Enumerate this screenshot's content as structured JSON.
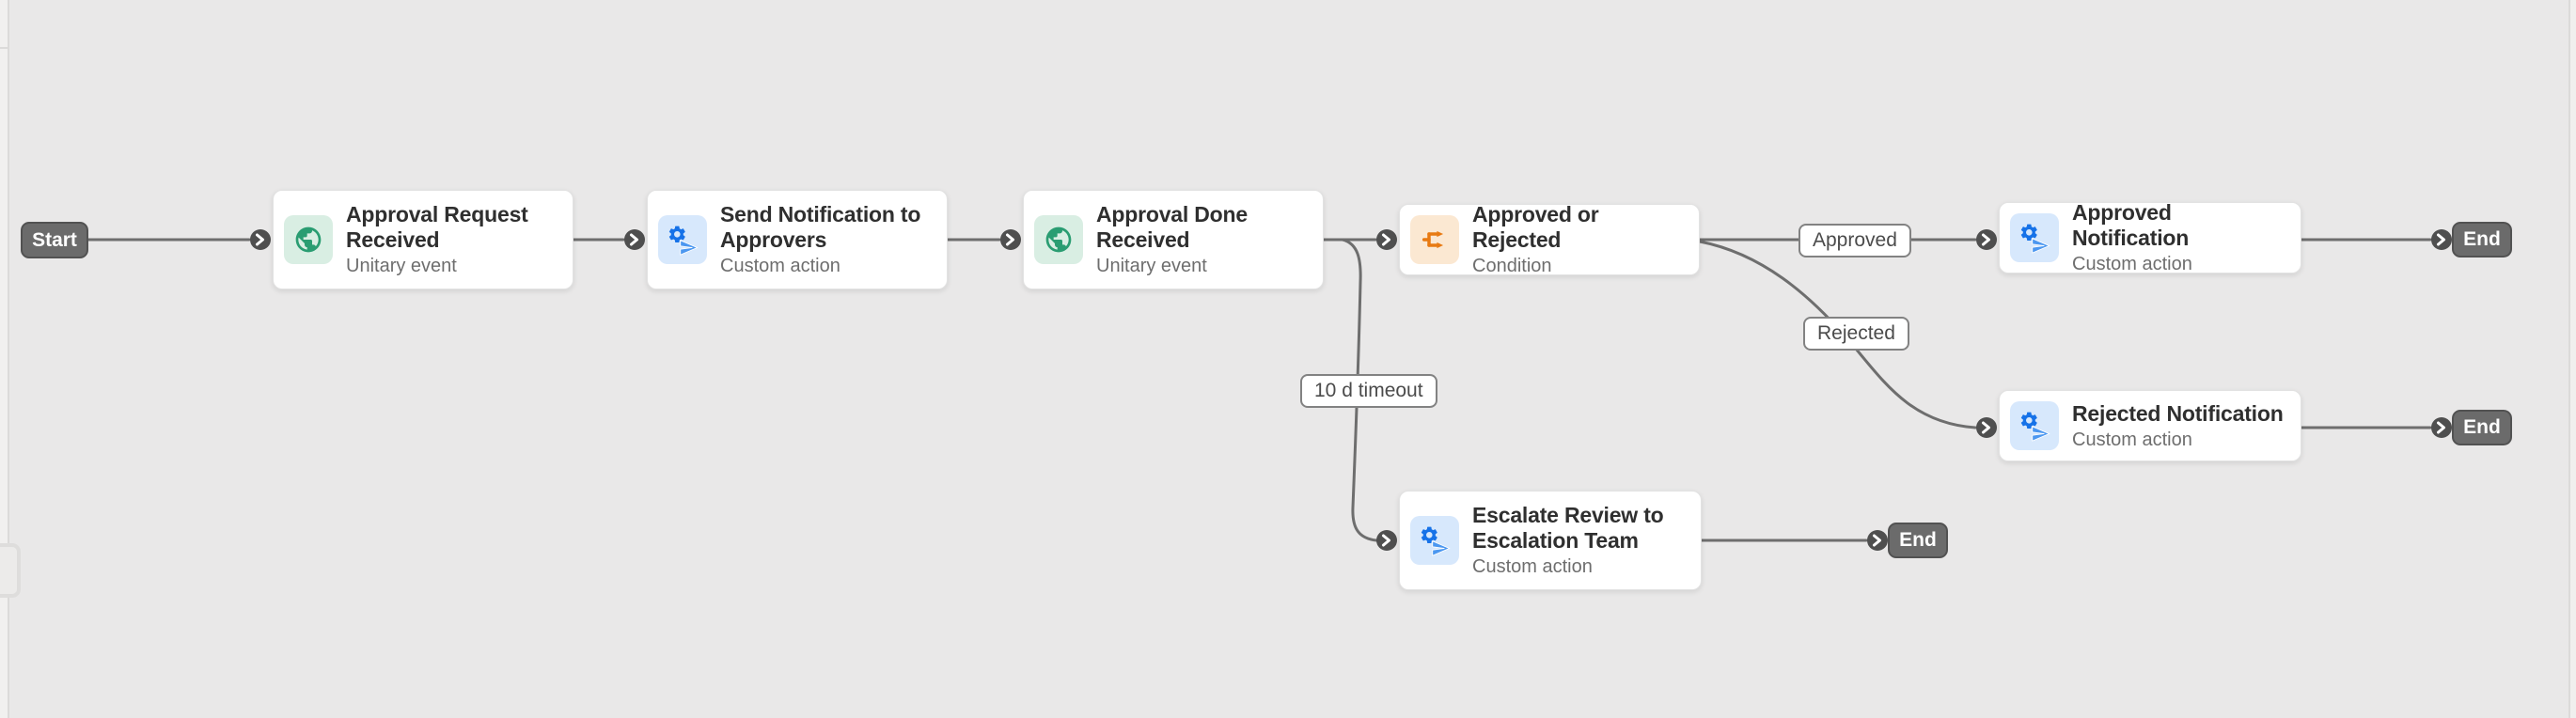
{
  "canvas": {
    "background": "#e9e8e8"
  },
  "terminals": {
    "start_label": "Start",
    "end_label": "End"
  },
  "nodes": [
    {
      "title": "Approval Request Received",
      "subtitle": "Unitary event",
      "icon": "globe-icon",
      "icon_color": "#2a9d72",
      "icon_bg": "#d9eee3"
    },
    {
      "title": "Send Notification to Approvers",
      "subtitle": "Custom action",
      "icon": "custom-action-icon",
      "icon_color": "#1672e8",
      "icon_bg": "#d7e8fc"
    },
    {
      "title": "Approval Done Received",
      "subtitle": "Unitary event",
      "icon": "globe-icon",
      "icon_color": "#2a9d72",
      "icon_bg": "#d9eee3"
    },
    {
      "title": "Approved or Rejected",
      "subtitle": "Condition",
      "icon": "condition-icon",
      "icon_color": "#e87a12",
      "icon_bg": "#fbe8d2"
    },
    {
      "title": "Approved Notification",
      "subtitle": "Custom action",
      "icon": "custom-action-icon",
      "icon_color": "#1672e8",
      "icon_bg": "#d7e8fc"
    },
    {
      "title": "Rejected Notification",
      "subtitle": "Custom action",
      "icon": "custom-action-icon",
      "icon_color": "#1672e8",
      "icon_bg": "#d7e8fc"
    },
    {
      "title": "Escalate Review to Escalation Team",
      "subtitle": "Custom action",
      "icon": "custom-action-icon",
      "icon_color": "#1672e8",
      "icon_bg": "#d7e8fc"
    }
  ],
  "edge_labels": {
    "approved": "Approved",
    "rejected": "Rejected",
    "timeout": "10 d timeout"
  },
  "colors": {
    "edge": "#6e6e6e",
    "terminal_bg": "#6b6b6b",
    "node_border": "#e2e2e2",
    "label_border": "#828282",
    "title_text": "#2f2f2f",
    "subtitle_text": "#6e6e6e"
  }
}
